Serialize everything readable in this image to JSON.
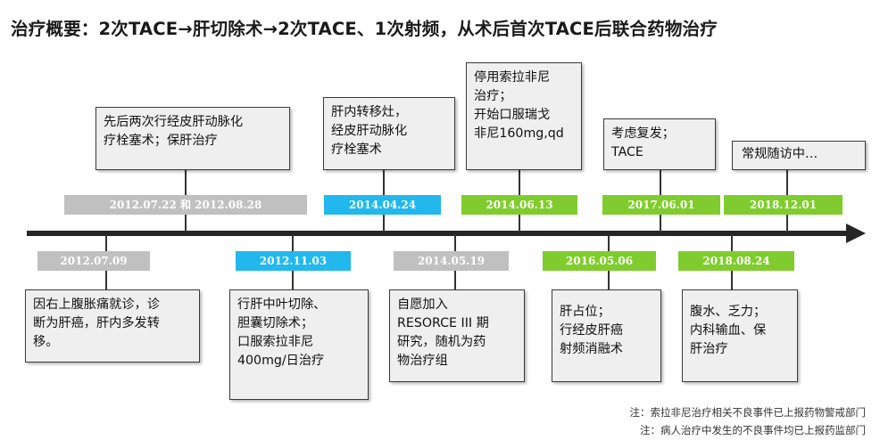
{
  "title": "治疗概要：2次TACE→肝切除术→2次TACE、1次射频，从术后首次TACE后联合药物治疗",
  "colors": {
    "gray_date": "#c0c0c0",
    "blue_date": "#22b8ee",
    "green_date": "#80cc2e",
    "axis": "#262626",
    "box_fill": "#efefef"
  },
  "events_top": [
    {
      "date": "2012.07.22 和 2012.08.28",
      "color": "gray",
      "lines": [
        "先后两次行经皮肝动脉化",
        "疗栓塞术；保肝治疗"
      ]
    },
    {
      "date": "2014.04.24",
      "color": "blue",
      "lines": [
        "肝内转移灶，",
        "经皮肝动脉化",
        "疗栓塞术"
      ]
    },
    {
      "date": "2014.06.13",
      "color": "green",
      "lines": [
        "停用索拉非尼",
        "治疗；",
        "开始口服瑞戈",
        "非尼160mg,qd"
      ]
    },
    {
      "date": "2017.06.01",
      "color": "green",
      "lines": [
        "考虑复发；",
        "TACE"
      ]
    },
    {
      "date": "2018.12.01",
      "color": "green",
      "lines": [
        "常规随访中…"
      ]
    }
  ],
  "events_bottom": [
    {
      "date": "2012.07.09",
      "color": "gray",
      "lines": [
        "因右上腹胀痛就诊，诊",
        "断为肝癌，肝内多发转",
        "移。"
      ]
    },
    {
      "date": "2012.11.03",
      "color": "blue",
      "lines": [
        "行肝中叶切除、",
        "胆囊切除术；",
        "口服索拉非尼",
        "400mg/日治疗"
      ]
    },
    {
      "date": "2014.05.19",
      "color": "gray",
      "lines": [
        "自愿加入",
        "RESORCE III 期",
        "研究，随机为药",
        "物治疗组"
      ]
    },
    {
      "date": "2016.05.06",
      "color": "green",
      "lines": [
        "肝占位；",
        "行经皮肝癌",
        "射频消融术"
      ]
    },
    {
      "date": "2018.08.24",
      "color": "green",
      "lines": [
        "腹水、乏力；",
        "内科输血、保",
        "肝治疗"
      ]
    }
  ],
  "notes": [
    "注：索拉非尼治疗相关不良事件已上报药物警戒部门",
    "注：病人治疗中发生的不良事件均已上报药监部门"
  ]
}
